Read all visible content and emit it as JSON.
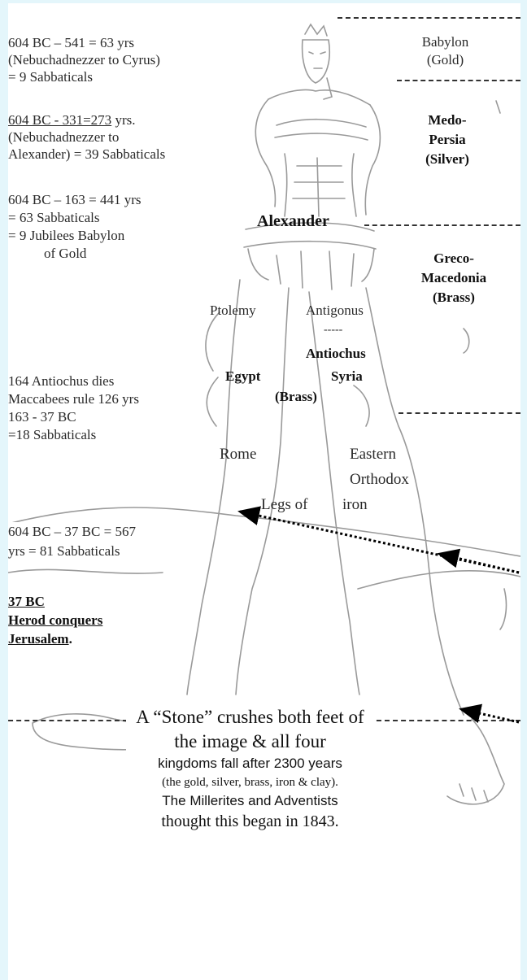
{
  "timeline": {
    "t1": [
      "604 BC – 541 = 63 yrs",
      "(Nebuchadnezzer to Cyrus)",
      "= 9 Sabbaticals"
    ],
    "t2_line1": "604 BC - 331=273",
    "t2_line1_suffix": " yrs.",
    "t2_rest": [
      "(Nebuchadnezzer to",
      "Alexander) = 39 Sabbaticals"
    ],
    "t3": [
      "604 BC – 163 = 441 yrs",
      "= 63 Sabbaticals",
      "= 9 Jubilees Babylon",
      "of Gold"
    ],
    "t4": [
      "164 Antiochus dies",
      "Maccabees rule 126  yrs",
      "163 - 37 BC",
      "=18 Sabbaticals"
    ],
    "t5": [
      "604 BC – 37 BC = 567",
      "yrs = 81 Sabbaticals"
    ],
    "t6": [
      "37 BC",
      "Herod conquers",
      "Jerusalem",
      "."
    ]
  },
  "kingdoms": {
    "babylon": [
      "Babylon",
      "(Gold)"
    ],
    "medo": [
      "Medo-",
      "Persia",
      "(Silver)"
    ],
    "greco": [
      "Greco-",
      "Macedonia",
      "(Brass)"
    ]
  },
  "statue_labels": {
    "alexander": "Alexander",
    "ptolemy": "Ptolemy",
    "antigonus": "Antigonus",
    "dashes": "-----",
    "antiochus": "Antiochus",
    "egypt": "Egypt",
    "syria": "Syria",
    "brass": "(Brass)",
    "rome": "Rome",
    "eastern": "Eastern",
    "orthodox": "Orthodox",
    "legs": "Legs of",
    "iron": "iron"
  },
  "stone_note": {
    "l1": "A “Stone” crushes both feet of",
    "l2": "the image & all four",
    "l3": "kingdoms fall after 2300 years",
    "l4": "(the gold, silver, brass, iron & clay).",
    "l5": "The Millerites and Adventists",
    "l6": "thought this began in 1843."
  }
}
